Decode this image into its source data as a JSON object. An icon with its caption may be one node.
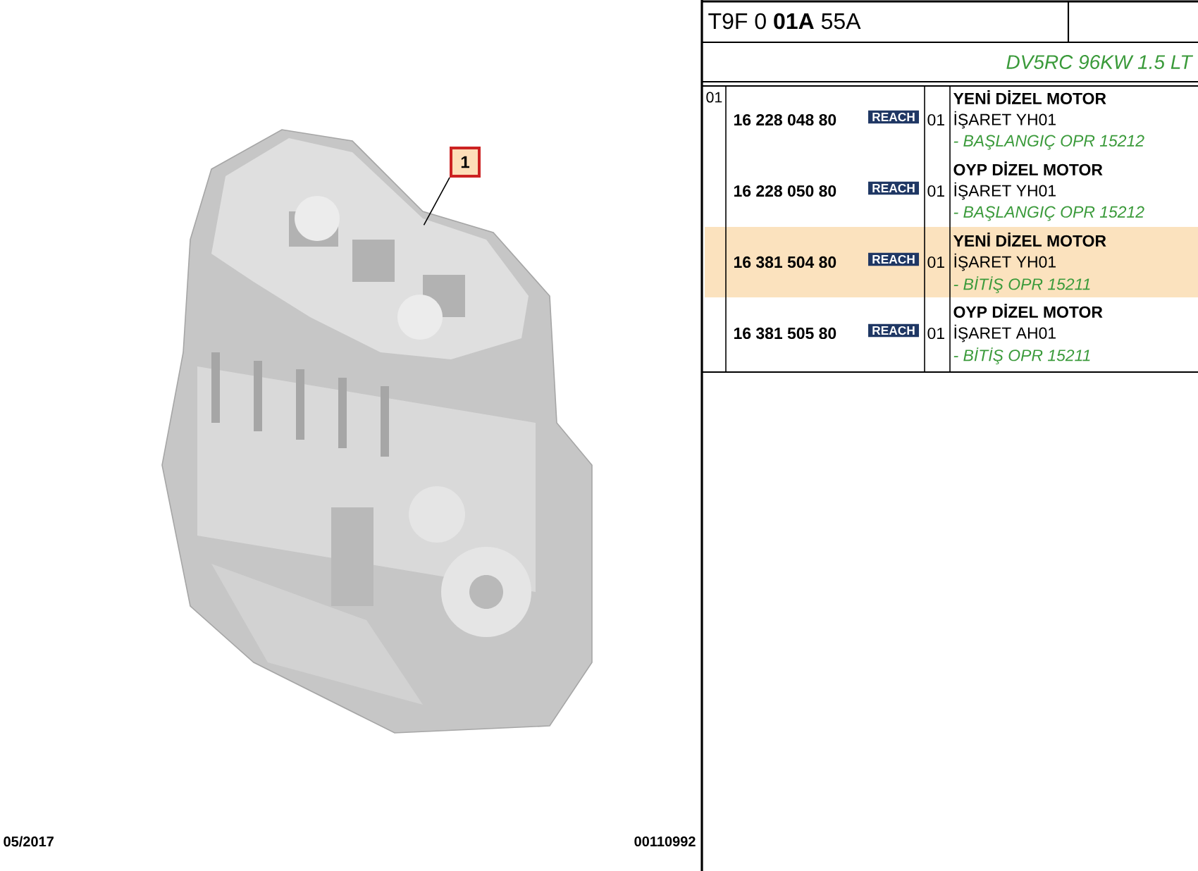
{
  "diagram": {
    "nodes": [
      {
        "text": [
          "1"
        ]
      },
      {
        "text": [],
        "shape": "picture"
      }
    ],
    "edges": [
      {
        "from": 0,
        "to": 1,
        "arrow": "none"
      }
    ],
    "labels": [
      "T9F 0 **01A** 55A",
      "DV5RC 96KW 1.5 LT",
      "01",
      "16 228 048 80",
      "REACH",
      "01",
      "YENİ DİZEL MOTOR",
      "İŞARET YH01",
      "- BAŞLANGIÇ OPR 15212",
      "16 228 050 80",
      "REACH",
      "01",
      "OYP DİZEL MOTOR",
      "İŞARET YH01",
      "- BAŞLANGIÇ OPR 15212",
      "16 381 504 80",
      "REACH",
      "01",
      "YENİ DİZEL MOTOR",
      "İŞARET YH01",
      "- BİTİŞ OPR 15211",
      "16 381 505 80",
      "REACH",
      "01",
      "OYP DİZEL MOTOR",
      "İŞARET AH01",
      "- BİTİŞ OPR 15211",
      "05/2017",
      "00110992"
    ]
  }
}
